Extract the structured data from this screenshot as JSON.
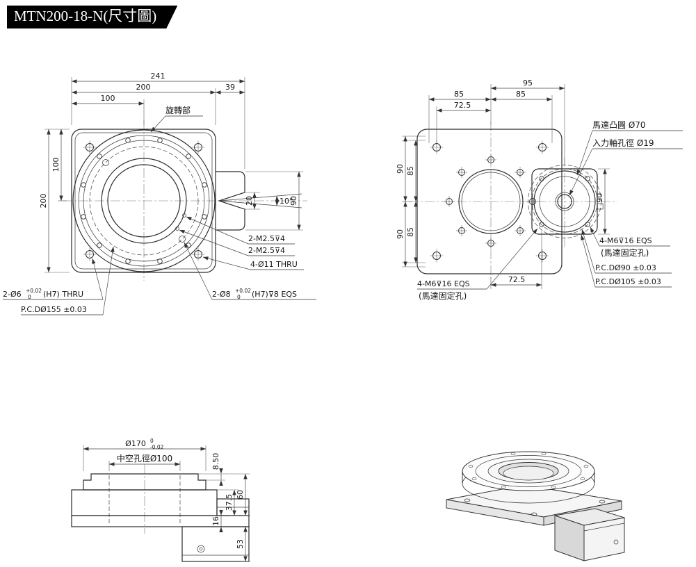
{
  "title": "MTN200-18-N(尺寸圖)",
  "front": {
    "dim_241": "241",
    "dim_200_top": "200",
    "dim_100_top": "100",
    "dim_39": "39",
    "dim_100_left": "100",
    "dim_200_left": "200",
    "dim_20": "20",
    "dim_90": "90",
    "dim_10deg": "10°",
    "rotating_part": "旋轉部",
    "m25_a": "2-M2.5⊽4",
    "m25_b": "2-M2.5⊽4",
    "thru_11": "4-Ø11 THRU",
    "d6_prefix": "2-Ø6",
    "d6_tol_up": "+0.02",
    "d6_tol_dn": "0",
    "d6_suffix": "(H7) THRU",
    "pcd155": "P.C.DØ155 ±0.03",
    "d8_prefix": "2-Ø8",
    "d8_tol_up": "+0.02",
    "d8_tol_dn": "0",
    "d8_suffix": "(H7)⊽8 EQS"
  },
  "rear": {
    "dim_95": "95",
    "dim_85_top_left": "85",
    "dim_85_top_right": "85",
    "dim_72_5_top": "72.5",
    "dim_90_left_upper": "90",
    "dim_85_left_upper": "85",
    "dim_90_left_lower": "90",
    "dim_85_left_lower": "85",
    "dim_72_5_bottom": "72.5",
    "motor_boss": "馬達凸圓 Ø70",
    "input_shaft": "入力軸孔徑 Ø19",
    "square90": "□90",
    "m6_right_line1": "4-M6⊽16 EQS",
    "m6_right_line2": "(馬達固定孔)",
    "pcd90": "P.C.DØ90 ±0.03",
    "pcd105": "P.C.DØ105 ±0.03",
    "m6_left_line1": "4-M6⊽16 EQS",
    "m6_left_line2": "(馬達固定孔)"
  },
  "section": {
    "d170": "Ø170",
    "d170_tol_up": "0",
    "d170_tol_dn": "-0.02",
    "hollow_bore": "中空孔徑Ø100",
    "dim_8_5": "8.50",
    "dim_37_5": "37.5",
    "dim_60": "60",
    "dim_16": "16",
    "dim_53": "53"
  }
}
